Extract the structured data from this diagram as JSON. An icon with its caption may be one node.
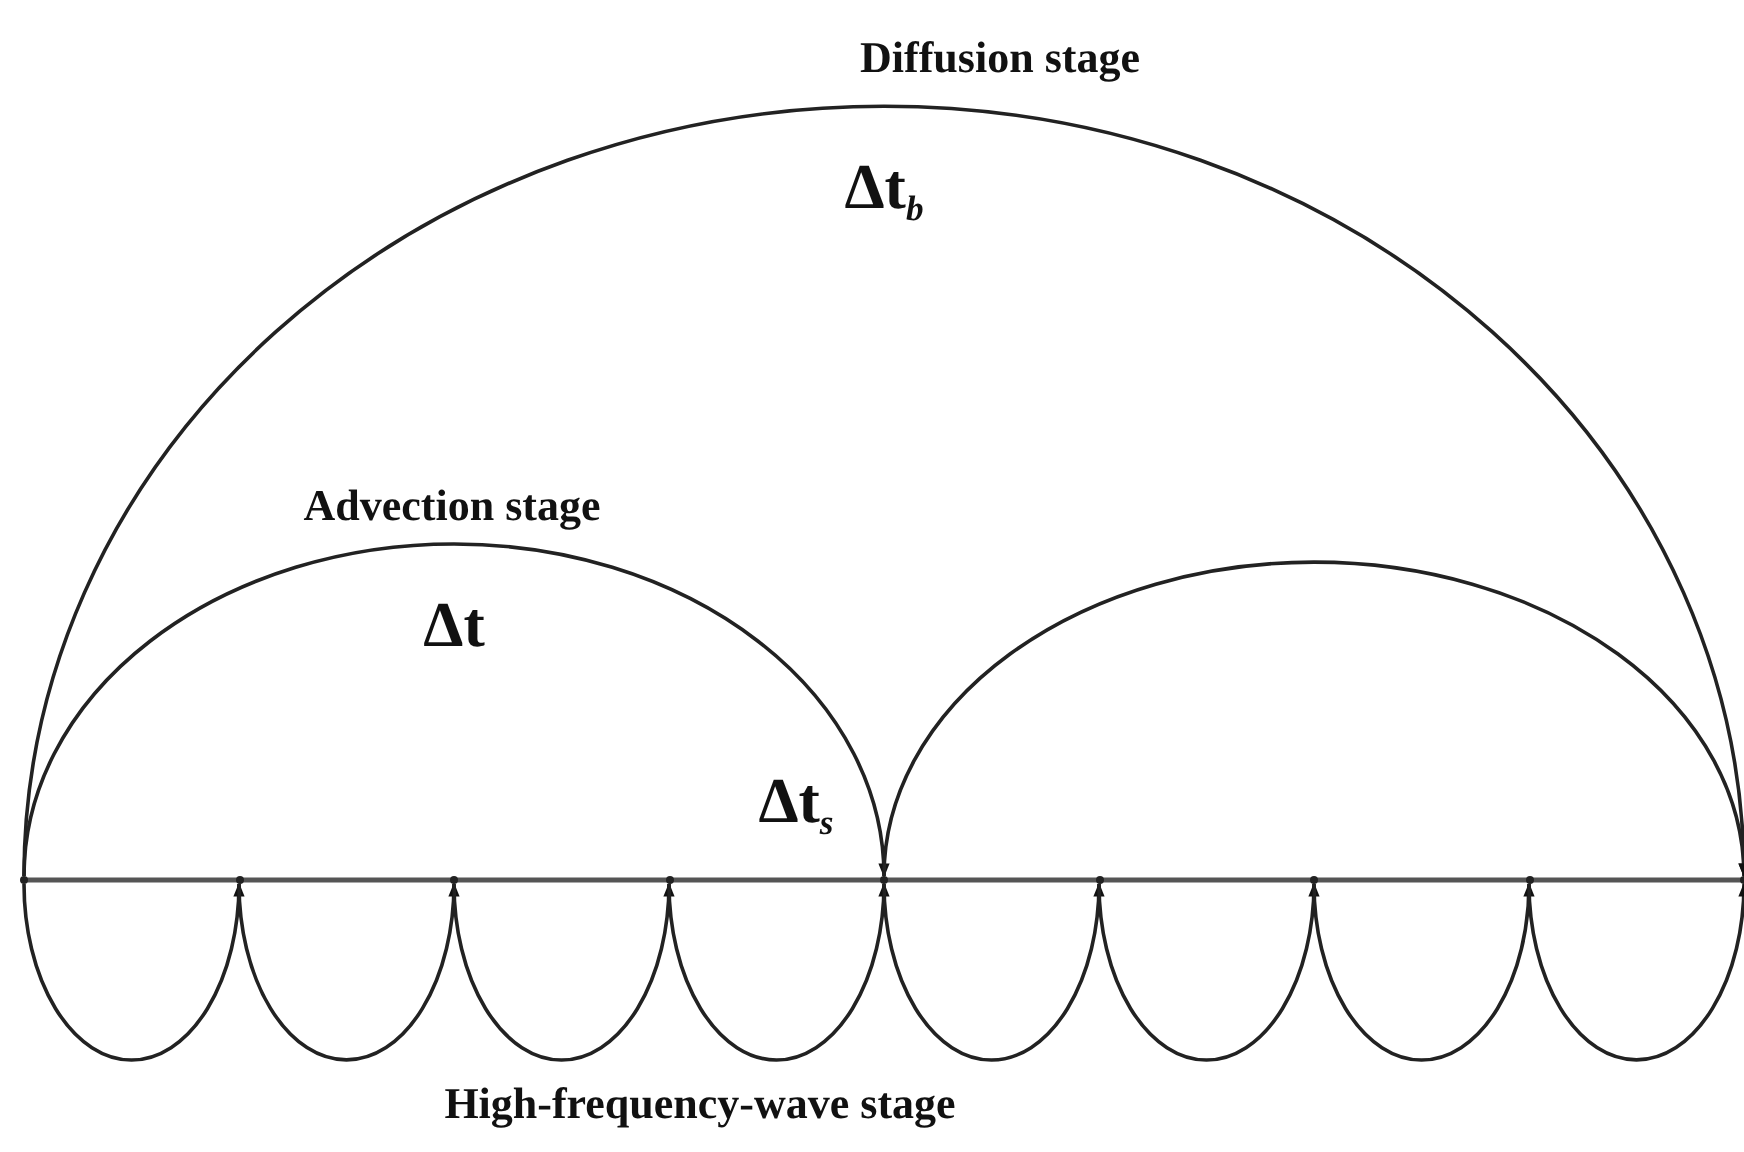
{
  "diagram": {
    "nodes": [
      {
        "text": [],
        "shape": "point"
      },
      {
        "text": [],
        "shape": "point"
      },
      {
        "text": [],
        "shape": "point"
      },
      {
        "text": [],
        "shape": "point"
      },
      {
        "text": [],
        "shape": "point"
      },
      {
        "text": [],
        "shape": "point"
      },
      {
        "text": [],
        "shape": "point"
      },
      {
        "text": [],
        "shape": "point"
      },
      {
        "text": [],
        "shape": "point"
      }
    ],
    "edges": [
      {
        "from": 0,
        "to": 8,
        "arrow": "to",
        "label": "Δt$_{b}$"
      },
      {
        "from": 0,
        "to": 4,
        "arrow": "to",
        "label": "Δt"
      },
      {
        "from": 4,
        "to": 8,
        "arrow": "to"
      },
      {
        "from": 0,
        "to": 1,
        "arrow": "to"
      },
      {
        "from": 1,
        "to": 2,
        "arrow": "to"
      },
      {
        "from": 2,
        "to": 3,
        "arrow": "to"
      },
      {
        "from": 3,
        "to": 4,
        "arrow": "to"
      },
      {
        "from": 4,
        "to": 5,
        "arrow": "to"
      },
      {
        "from": 5,
        "to": 6,
        "arrow": "to"
      },
      {
        "from": 6,
        "to": 7,
        "arrow": "to"
      },
      {
        "from": 7,
        "to": 8,
        "arrow": "to"
      }
    ],
    "labels": [
      "Diffusion stage",
      "Advection stage",
      "Δt$_{s}$",
      "High-frequency-wave stage"
    ]
  }
}
